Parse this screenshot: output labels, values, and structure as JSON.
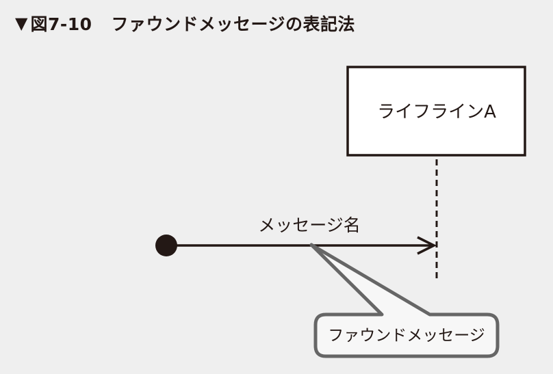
{
  "figure": {
    "marker": "▼",
    "number": "図7-10",
    "title": "ファウンドメッセージの表記法"
  },
  "diagram": {
    "lifeline": {
      "label": "ライフラインA"
    },
    "message": {
      "label": "メッセージ名"
    },
    "callout": {
      "label": "ファウンドメッセージ"
    }
  },
  "colors": {
    "background": "#efefef",
    "ink": "#231815",
    "callout_stroke": "#666666",
    "callout_fill": "#f7f7f7"
  }
}
